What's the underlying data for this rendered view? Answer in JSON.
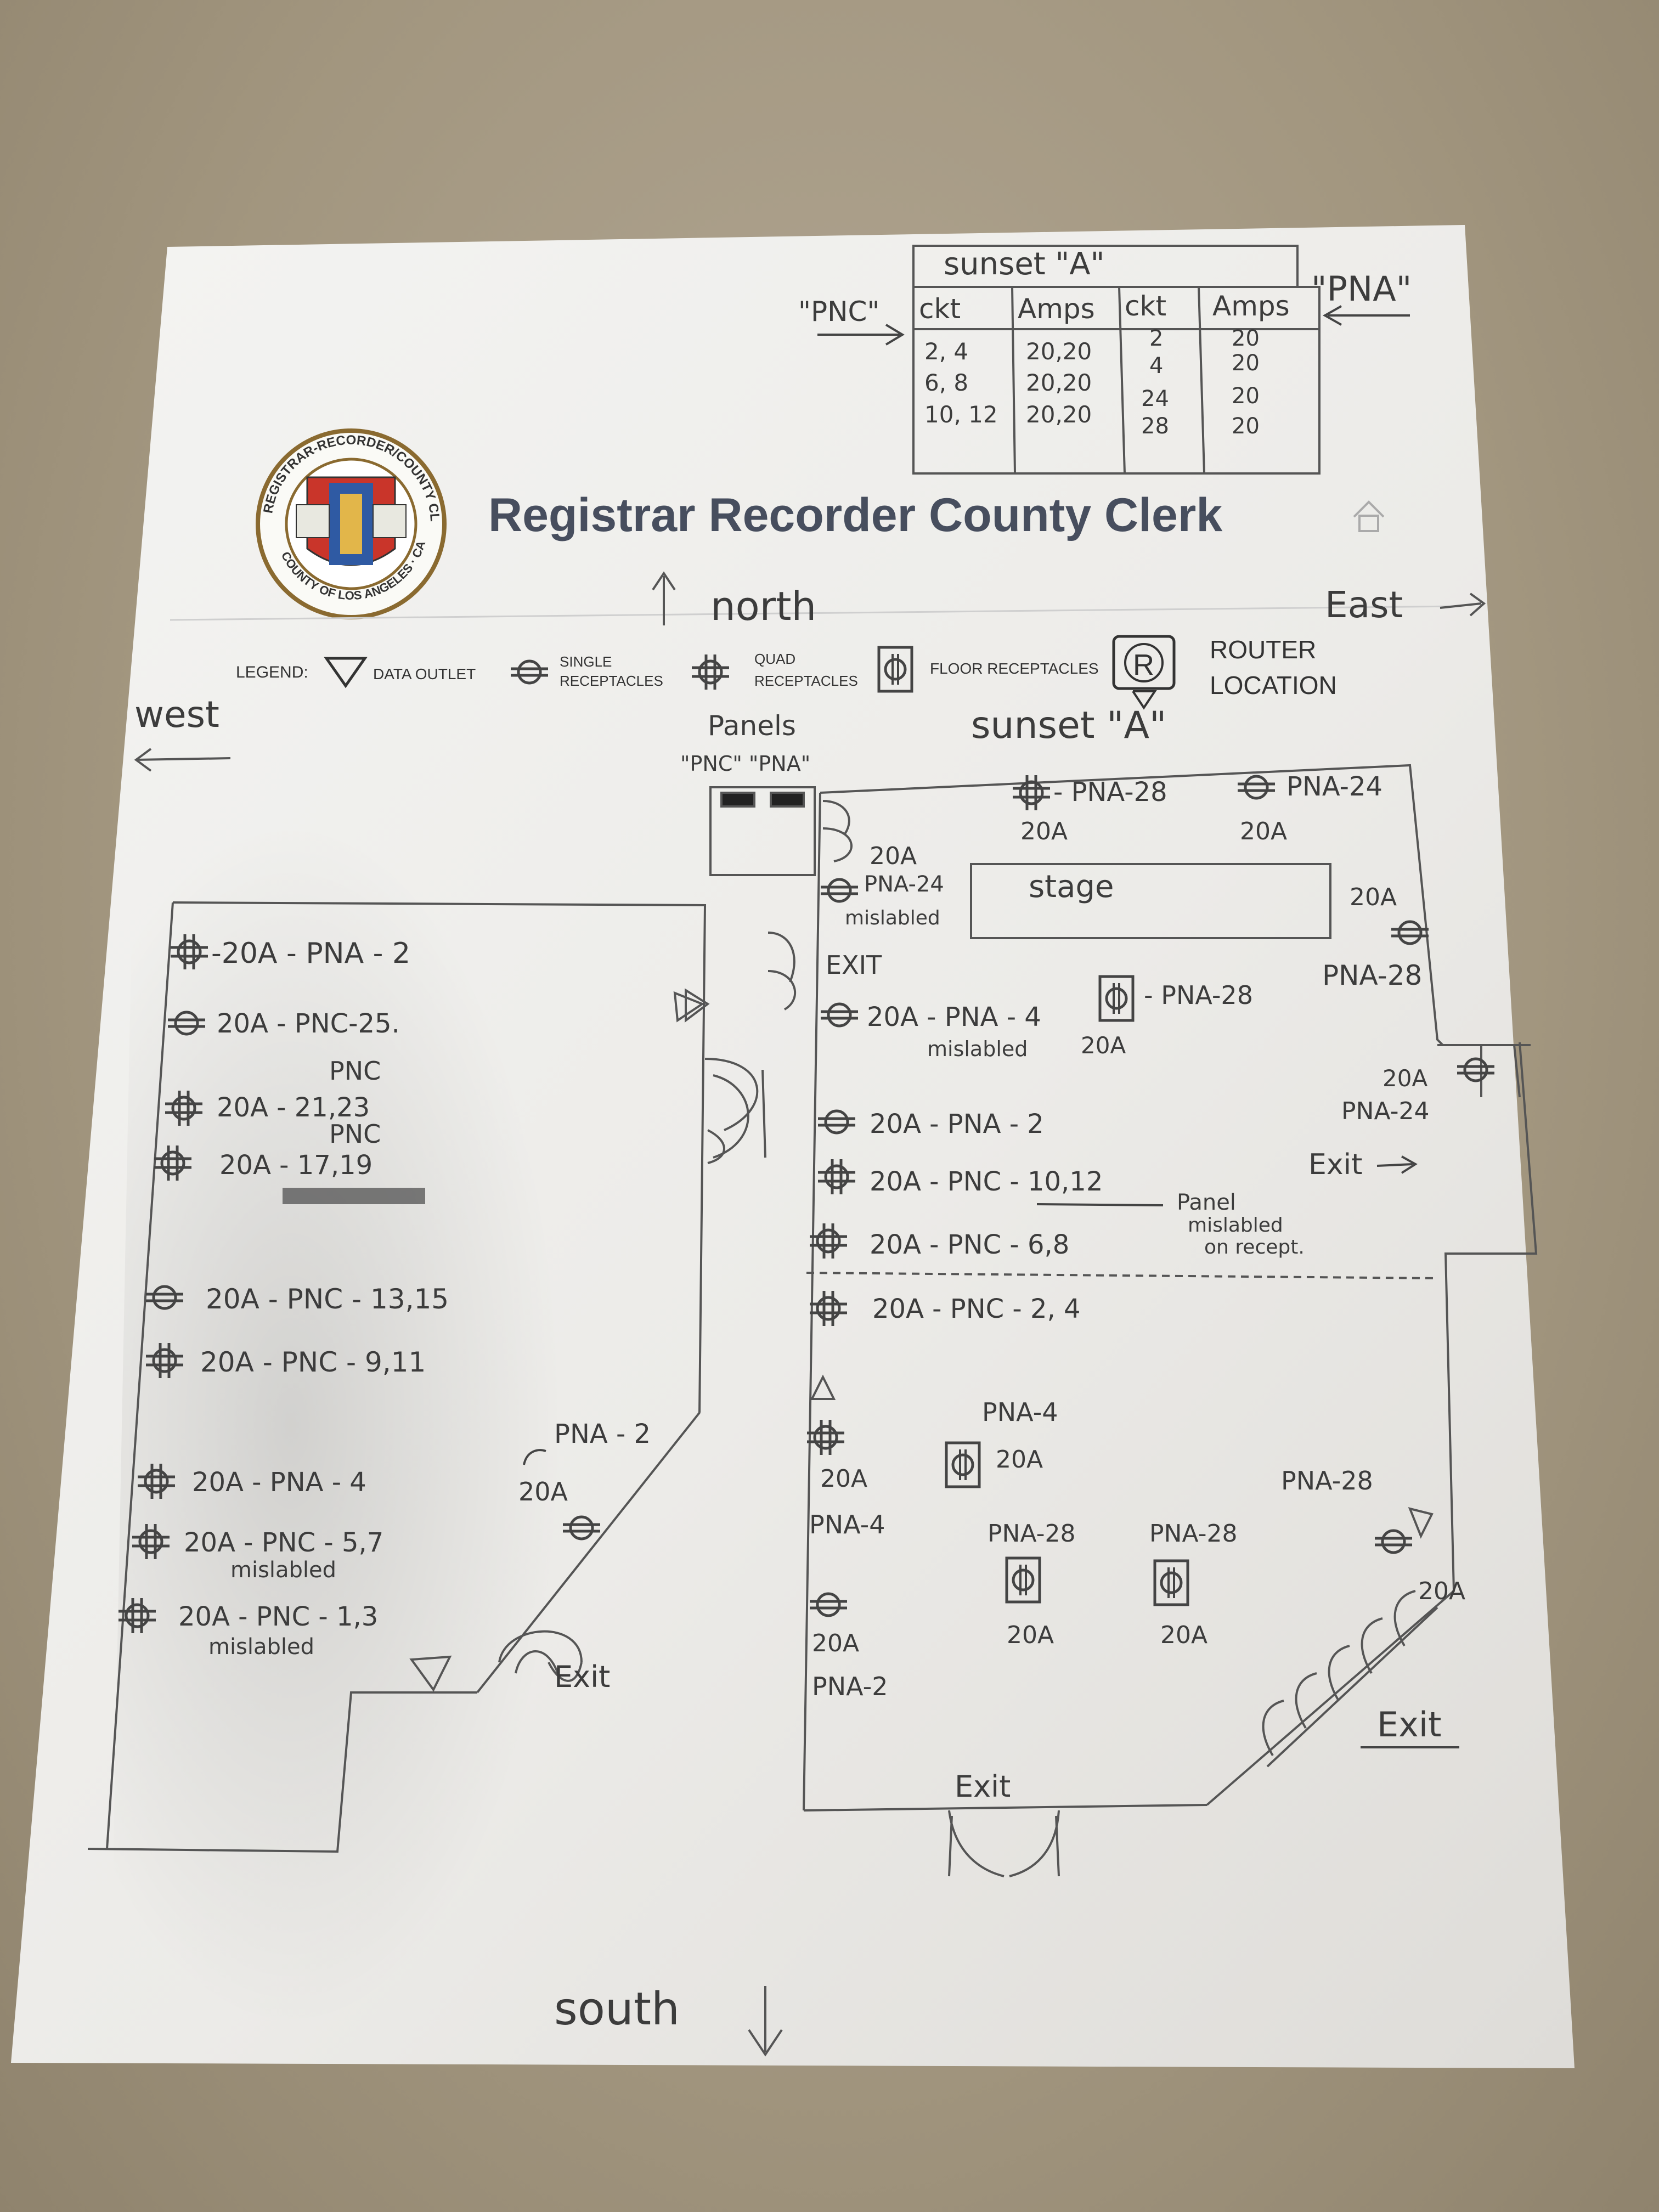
{
  "header": {
    "title": "Registrar Recorder County Clerk",
    "seal_text_top": "REGISTRAR-RECORDER/COUNTY CLERK",
    "seal_text_bottom": "COUNTY OF LOS ANGELES · CALIFORNIA"
  },
  "circuit_table": {
    "title": "sunset \"A\"",
    "left_label": "\"PNC\"",
    "right_label": "\"PNA\"",
    "headers": [
      "ckt",
      "Amps",
      "ckt",
      "Amps"
    ],
    "col1": [
      "2, 4",
      "6, 8",
      "10, 12"
    ],
    "col2": [
      "20,20",
      "20,20",
      "20,20"
    ],
    "col3": [
      "2",
      "4",
      "24",
      "28"
    ],
    "col4": [
      "20",
      "20",
      "20",
      "20"
    ]
  },
  "compass": {
    "north": "north",
    "east": "East",
    "west": "west",
    "south": "south"
  },
  "legend": {
    "label": "LEGEND:",
    "data_outlet": "DATA OUTLET",
    "single_1": "SINGLE",
    "single_2": "RECEPTACLES",
    "quad_1": "QUAD",
    "quad_2": "RECEPTACLES",
    "floor": "FLOOR RECEPTACLES",
    "router_1": "ROUTER",
    "router_2": "LOCATION",
    "router_glyph": "R"
  },
  "room_labels": {
    "sunset": "sunset \"A\"",
    "panels": "Panels",
    "panels_sub": "\"PNC\" \"PNA\"",
    "stage": "stage",
    "exit_1": "EXIT",
    "exit_2": "Exit",
    "exit_3": "Exit",
    "exit_4": "Exit",
    "exit_5": "Exit"
  },
  "west_room": [
    "-20A - PNA - 2",
    "20A - PNC-25.",
    "PNC",
    "20A - 21,23",
    "PNC",
    "20A - 17,19",
    "20A - PNC - 13,15",
    "20A - PNC - 9,11",
    "20A - PNA - 4",
    "20A - PNC - 5,7",
    "mislabled",
    "20A - PNC - 1,3",
    "mislabled",
    "PNA - 2",
    "20A"
  ],
  "east_room": [
    "- PNA-28",
    "20A",
    "PNA-24",
    "20A",
    "20A",
    "PNA-24",
    "mislabled",
    "20A",
    "PNA-28",
    "20A - PNA - 4",
    "mislabled",
    "- PNA-28",
    "20A",
    "20A",
    "PNA-24",
    "20A - PNA - 2",
    "20A - PNC - 10,12",
    "Panel",
    "mislabled",
    "on recept.",
    "20A - PNC - 6,8",
    "20A - PNC - 2, 4",
    "PNA-4",
    "20A",
    "20A",
    "PNA-4",
    "PNA-28",
    "PNA-28",
    "PNA-28",
    "20A",
    "20A",
    "20A",
    "20A",
    "PNA-2"
  ]
}
